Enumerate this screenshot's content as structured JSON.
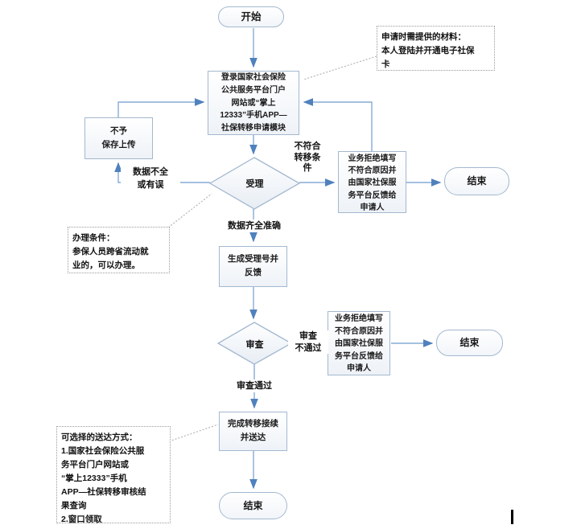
{
  "flowchart": {
    "nodes": {
      "start": {
        "label": "开始",
        "shape": "oval"
      },
      "login": {
        "label": "登录国家社会保险\n公共服务平台门户\n网站或“掌上\n12333”手机APP—\n社保转移申请模块",
        "shape": "rect"
      },
      "no_save": {
        "label": "不予\n保存上传",
        "shape": "rect"
      },
      "accept": {
        "label": "受理",
        "shape": "diamond"
      },
      "reject1": {
        "label": "业务拒绝填写\n不符合原因并\n由国家社保服\n务平台反馈给\n申请人",
        "shape": "rect"
      },
      "end1": {
        "label": "结束",
        "shape": "oval"
      },
      "generate": {
        "label": "生成受理号并\n反馈",
        "shape": "rect"
      },
      "review": {
        "label": "审查",
        "shape": "diamond"
      },
      "reject2": {
        "label": "业务拒绝填写\n不符合原因并\n由国家社保服\n务平台反馈给\n申请人",
        "shape": "rect"
      },
      "end2": {
        "label": "结束",
        "shape": "oval"
      },
      "complete": {
        "label": "完成转移接续\n并送达",
        "shape": "rect"
      },
      "end3": {
        "label": "结束",
        "shape": "oval"
      }
    },
    "edge_labels": {
      "incomplete": "数据不全\n或有误",
      "mismatch": "不符合\n转移条\n件",
      "complete_ok": "数据齐全准确",
      "fail": "审查\n不通过",
      "pass": "审查通过"
    },
    "notes": {
      "materials": "申请时需提供的材料：\n本人登陆并开通电子社保\n卡",
      "conditions": "办理条件：\n参保人员跨省流动就\n业的，可以办理。",
      "delivery": "可选择的送达方式：\n1.国家社会保险公共服\n务平台门户网站或\n“掌上12333”手机\nAPP—社保转移审核结\n果查询\n2.窗口领取"
    },
    "colors": {
      "line": "#85abd6",
      "arrowhead": "#4f81bd",
      "shape_border": "#a3b8cf",
      "note_border": "#9a9a9a",
      "dotted_connector": "#b5b5b5",
      "text": "#1a1a1a"
    }
  }
}
